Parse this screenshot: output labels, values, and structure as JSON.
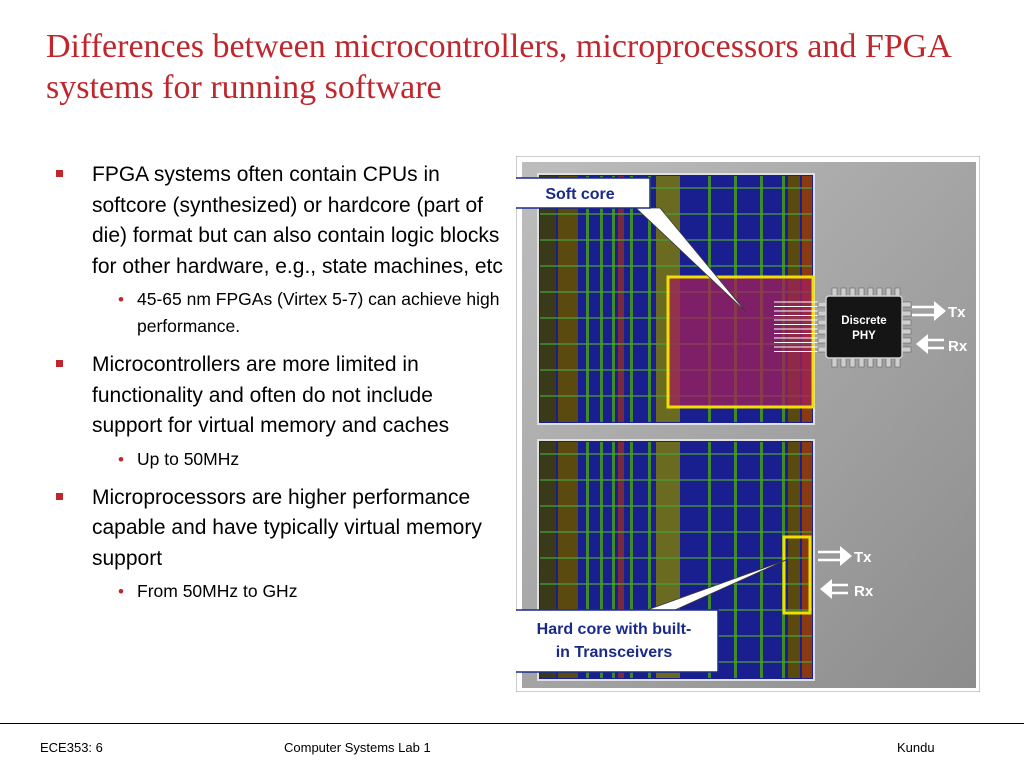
{
  "slide": {
    "title": "Differences between microcontrollers, microprocessors and FPGA systems for running software",
    "bullets": [
      {
        "text": "FPGA systems often contain CPUs in softcore (synthesized) or hardcore (part of die) format but can also contain logic blocks for other hardware, e.g., state machines, etc",
        "sub": "45-65 nm FPGAs (Virtex 5-7) can achieve high performance."
      },
      {
        "text": "Microcontrollers are more limited in functionality and often do not include support for virtual memory and caches",
        "sub": "Up to 50MHz"
      },
      {
        "text": "Microprocessors are higher performance capable and have typically virtual memory support",
        "sub": "From 50MHz to GHz"
      }
    ]
  },
  "diagram": {
    "soft_core_label": "Soft core",
    "hard_core_label_line1": "Hard core with built-",
    "hard_core_label_line2": "in Transceivers",
    "phy_label_line1": "Discrete",
    "phy_label_line2": "PHY",
    "tx_label": "Tx",
    "rx_label": "Rx",
    "colors": {
      "panel": "#a8a8a8",
      "chip_blue": "#1a1f8f",
      "chip_green": "#4a7a2a",
      "highlight": "#f0e000",
      "accent": "#c0272d",
      "callout_text": "#1a2a8a"
    }
  },
  "footer": {
    "left": "ECE353: 6",
    "center": "Computer Systems Lab 1",
    "right": "Kundu"
  }
}
